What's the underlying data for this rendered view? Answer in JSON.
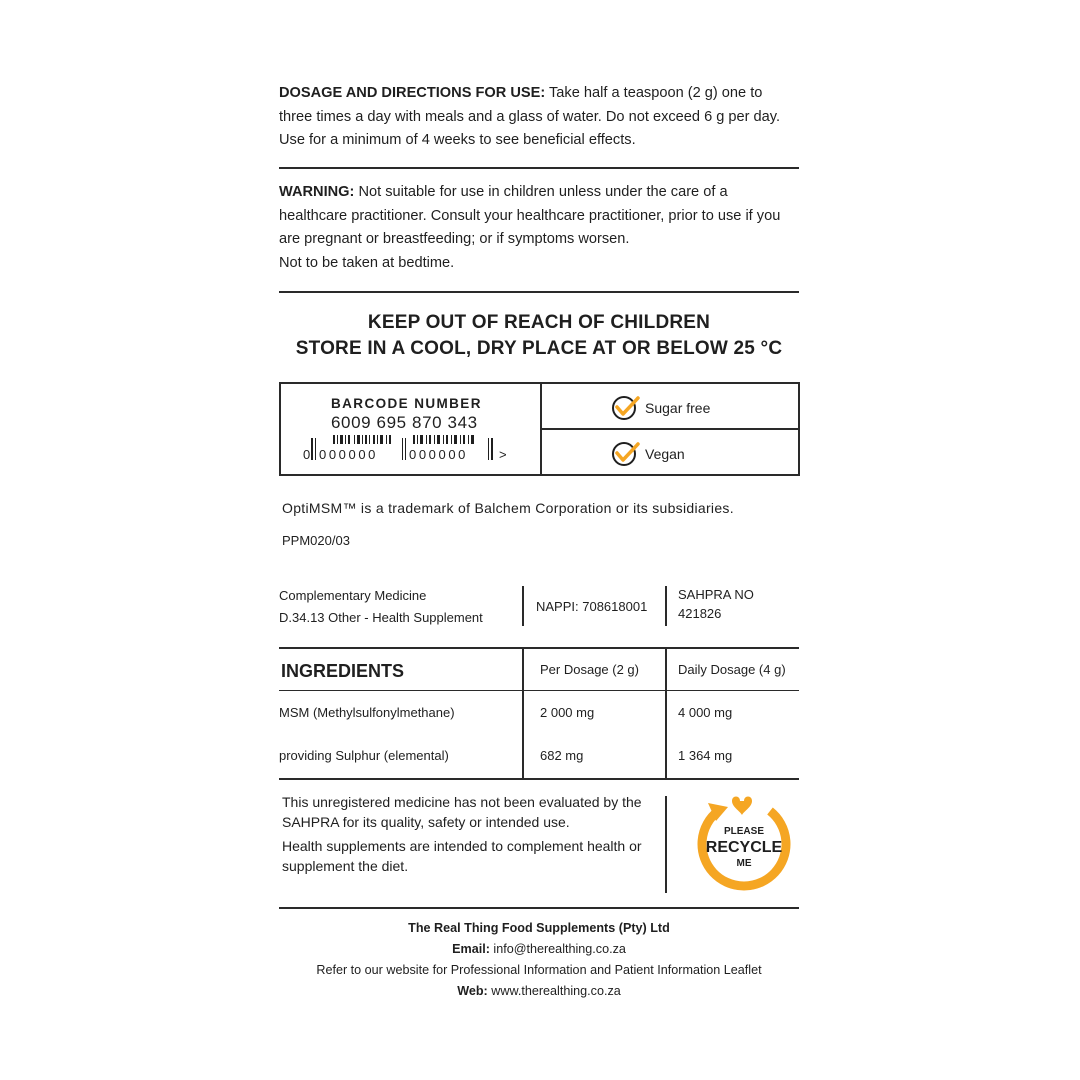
{
  "dosage": {
    "heading": "DOSAGE AND DIRECTIONS FOR USE:",
    "text": " Take half a teaspoon (2 g) one to three times a day with meals and a glass of water. Do not exceed 6 g per day. Use for a minimum of 4 weeks to see beneficial effects."
  },
  "warning": {
    "heading": "WARNING:",
    "text": " Not suitable for use in children unless under the care of a healthcare practitioner. Consult your healthcare practitioner, prior to use if you are pregnant or breastfeeding; or if symptoms worsen.",
    "line2": "Not to be taken at bedtime."
  },
  "storage": {
    "line1": "KEEP OUT OF REACH OF CHILDREN",
    "line2": "STORE IN A COOL, DRY PLACE AT OR BELOW 25 °C"
  },
  "barcode": {
    "title": "BARCODE NUMBER",
    "number": "6009 695 870 343"
  },
  "badges": {
    "sugar_free": "Sugar free",
    "vegan": "Vegan",
    "check_color": "#f5a623"
  },
  "trademark": "OptiMSM™ is a trademark of Balchem Corporation or its subsidiaries.",
  "code": "PPM020/03",
  "classification": {
    "line1": "Complementary Medicine",
    "line2": "D.34.13 Other - Health Supplement",
    "nappi": "NAPPI: 708618001",
    "sahpra_label": "SAHPRA NO",
    "sahpra_number": "421826"
  },
  "ingredients": {
    "headers": [
      "INGREDIENTS",
      "Per Dosage (2 g)",
      "Daily Dosage (4 g)"
    ],
    "rows": [
      [
        "MSM (Methylsulfonylmethane)",
        "2 000 mg",
        "4 000 mg"
      ],
      [
        "providing Sulphur (elemental)",
        "682 mg",
        "1 364 mg"
      ]
    ]
  },
  "disclaimer": {
    "p1": "This unregistered medicine has not been evaluated by the SAHPRA for its quality, safety or intended use.",
    "p2": "Health supplements are intended to complement health or supplement the diet."
  },
  "recycle": {
    "line1": "PLEASE",
    "line2": "RECYCLE",
    "line3": "ME",
    "color": "#f5a623"
  },
  "footer": {
    "company": "The Real Thing Food Supplements (Pty) Ltd",
    "email_label": "Email:",
    "email": " info@therealthing.co.za",
    "refer": "Refer to our website for Professional Information and Patient Information Leaflet",
    "web_label": "Web:",
    "web": " www.therealthing.co.za"
  }
}
